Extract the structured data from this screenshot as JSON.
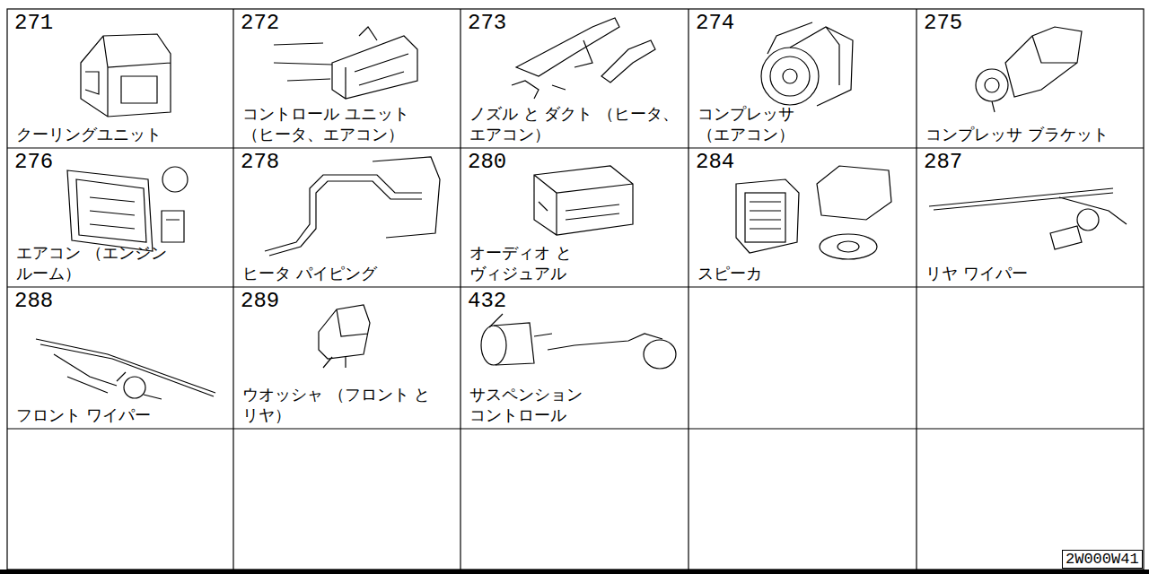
{
  "diagram": {
    "nodes": [
      {
        "text": [
          "271",
          "クーリングユニット"
        ]
      },
      {
        "text": [
          "272",
          "コントロール ユニット （ヒータ、エアコン）"
        ]
      },
      {
        "text": [
          "273",
          "ノズル と ダクト （ヒータ、エアコン）"
        ]
      },
      {
        "text": [
          "274",
          "コンプレッサ （エアコン）"
        ]
      },
      {
        "text": [
          "275",
          "コンプレッサ ブラケット"
        ]
      },
      {
        "text": [
          "276",
          "エアコン （エンジン ルーム）"
        ]
      },
      {
        "text": [
          "278",
          "ヒータ パイピング"
        ]
      },
      {
        "text": [
          "280",
          "オーディオ と ヴィジュアル"
        ]
      },
      {
        "text": [
          "284",
          "スピーカ"
        ]
      },
      {
        "text": [
          "287",
          "リヤ ワイパー"
        ]
      },
      {
        "text": [
          "288",
          "フロント ワイパー"
        ]
      },
      {
        "text": [
          "289",
          "ウオッシャ （フロント と リヤ）"
        ]
      },
      {
        "text": [
          "432",
          "サスペンション コントロール"
        ]
      },
      {
        "text": [
          "2W000W41"
        ]
      }
    ]
  }
}
